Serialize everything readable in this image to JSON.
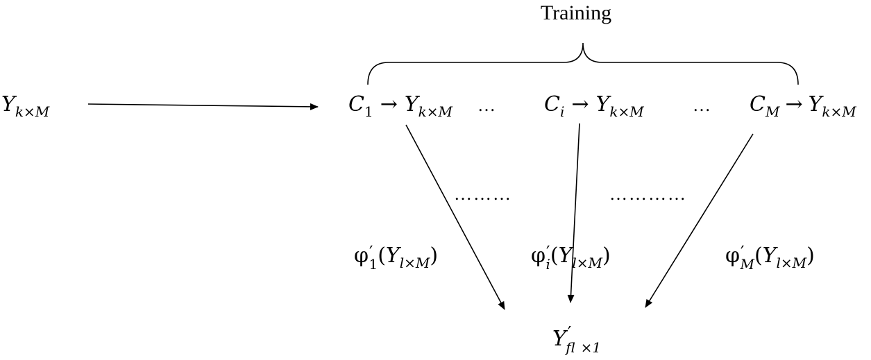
{
  "diagram": {
    "title": "Training",
    "input": {
      "base": "Y",
      "sub": "k×M"
    },
    "classifiers": [
      {
        "id": "c1",
        "cbase": "C",
        "csub": "1",
        "arrow": "→",
        "tbase": "Y",
        "tsub": "k×M"
      },
      {
        "id": "ci",
        "cbase": "C",
        "csub": "i",
        "arrow": "→",
        "tbase": "Y",
        "tsub": "k×M"
      },
      {
        "id": "cM",
        "cbase": "C",
        "csub": "M",
        "arrow": "→",
        "tbase": "Y",
        "tsub": "k×M"
      }
    ],
    "ellipsis": [
      "…",
      "…"
    ],
    "dotted_rows": [
      "………",
      "…………"
    ],
    "predictions": [
      {
        "id": "p1",
        "fn": "φ",
        "prime": "′",
        "sub": "1",
        "open": "(",
        "base": "Y",
        "argsub": "l×M",
        "close": ")"
      },
      {
        "id": "pi",
        "fn": "φ",
        "prime": "′",
        "sub": "i",
        "open": "(",
        "base": "Y",
        "argsub": "l×M",
        "close": ")"
      },
      {
        "id": "pM",
        "fn": "φ",
        "prime": "′",
        "sub": "M",
        "open": "(",
        "base": "Y",
        "argsub": "l×M",
        "close": ")"
      }
    ],
    "output": {
      "base": "Y",
      "prime": "′",
      "sub": "f",
      "sub2": "l×1"
    }
  }
}
